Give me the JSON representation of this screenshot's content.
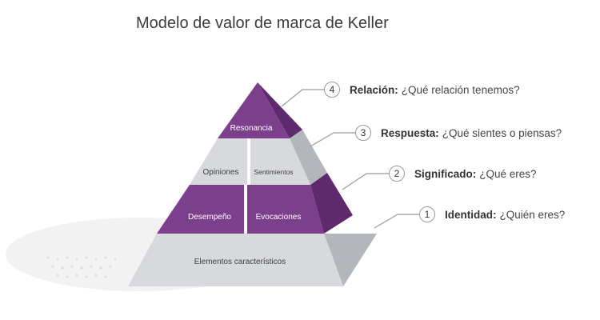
{
  "title": "Modelo de valor de marca de Keller",
  "colors": {
    "purple": "#7b3f8c",
    "purple_dark": "#5e2a6d",
    "gray_face": "#d7d9dc",
    "gray_side": "#b3b6ba",
    "connector": "#9a9a9a"
  },
  "tiers": {
    "resonancia": "Resonancia",
    "opiniones": "Opiniones",
    "sentimientos": "Sentimientos",
    "desempeno": "Desempeño",
    "evocaciones": "Evocaciones",
    "elementos": "Elementos característicos"
  },
  "steps": [
    {
      "number": "4",
      "name": "Relación:",
      "question": "¿Qué relación tenemos?"
    },
    {
      "number": "3",
      "name": "Respuesta:",
      "question": "¿Qué sientes o piensas?"
    },
    {
      "number": "2",
      "name": "Significado:",
      "question": "¿Qué eres?"
    },
    {
      "number": "1",
      "name": "Identidad:",
      "question": "¿Quién eres?"
    }
  ]
}
